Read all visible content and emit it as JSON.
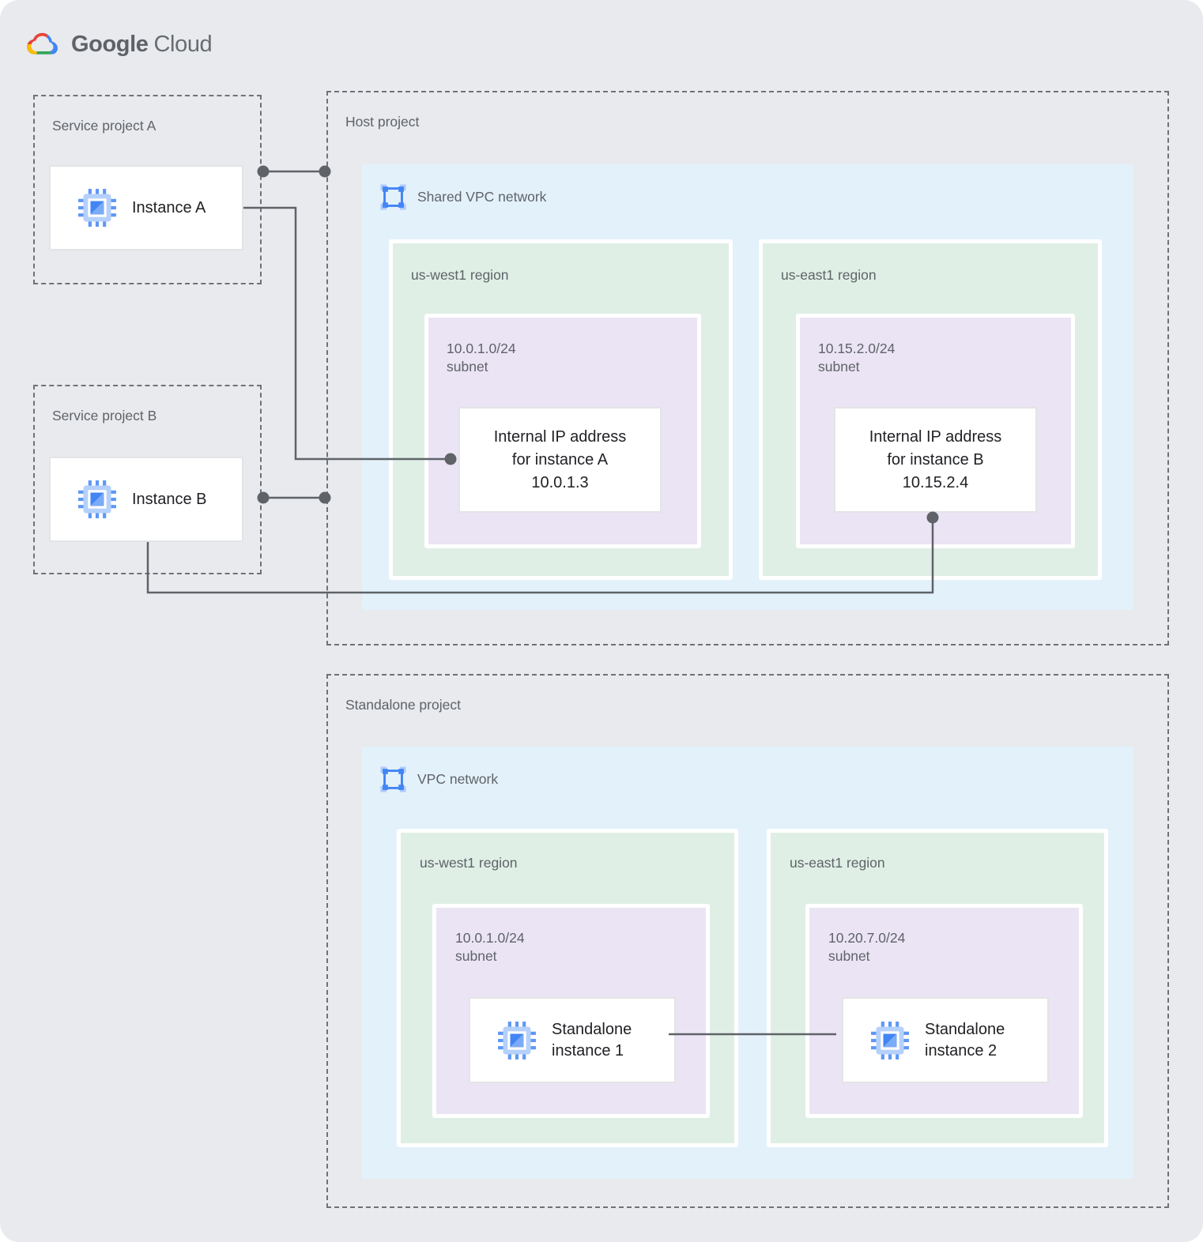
{
  "logo": {
    "google": "Google",
    "cloud": "Cloud"
  },
  "service_project_a": {
    "label": "Service project A",
    "instance_label": "Instance A"
  },
  "service_project_b": {
    "label": "Service project B",
    "instance_label": "Instance B"
  },
  "host_project": {
    "label": "Host project",
    "network_label": "Shared VPC network",
    "regions": [
      {
        "label": "us-west1 region",
        "subnet_cidr": "10.0.1.0/24",
        "subnet_label": "subnet",
        "card_line1": "Internal IP address",
        "card_line2": "for instance A",
        "card_line3": "10.0.1.3"
      },
      {
        "label": "us-east1 region",
        "subnet_cidr": "10.15.2.0/24",
        "subnet_label": "subnet",
        "card_line1": "Internal IP address",
        "card_line2": "for instance B",
        "card_line3": "10.15.2.4"
      }
    ]
  },
  "standalone_project": {
    "label": "Standalone project",
    "network_label": "VPC network",
    "regions": [
      {
        "label": "us-west1 region",
        "subnet_cidr": "10.0.1.0/24",
        "subnet_label": "subnet",
        "card_line1": "Standalone",
        "card_line2": "instance 1"
      },
      {
        "label": "us-east1 region",
        "subnet_cidr": "10.20.7.0/24",
        "subnet_label": "subnet",
        "card_line1": "Standalone",
        "card_line2": "instance 2"
      }
    ]
  },
  "colors": {
    "background": "#e8eaed",
    "vpc_blue": "#e3f1fb",
    "region_green": "#dfefe6",
    "subnet_purple": "#ebe4f5",
    "connector_gray": "#5f6368",
    "accent_blue": "#4285f4",
    "accent_light_blue": "#aecbfa",
    "logo_red": "#ea4335",
    "logo_yellow": "#fbbc04",
    "logo_green": "#34a853"
  },
  "icons": [
    "google-cloud-logo-icon",
    "compute-instance-icon",
    "vpc-network-icon"
  ]
}
